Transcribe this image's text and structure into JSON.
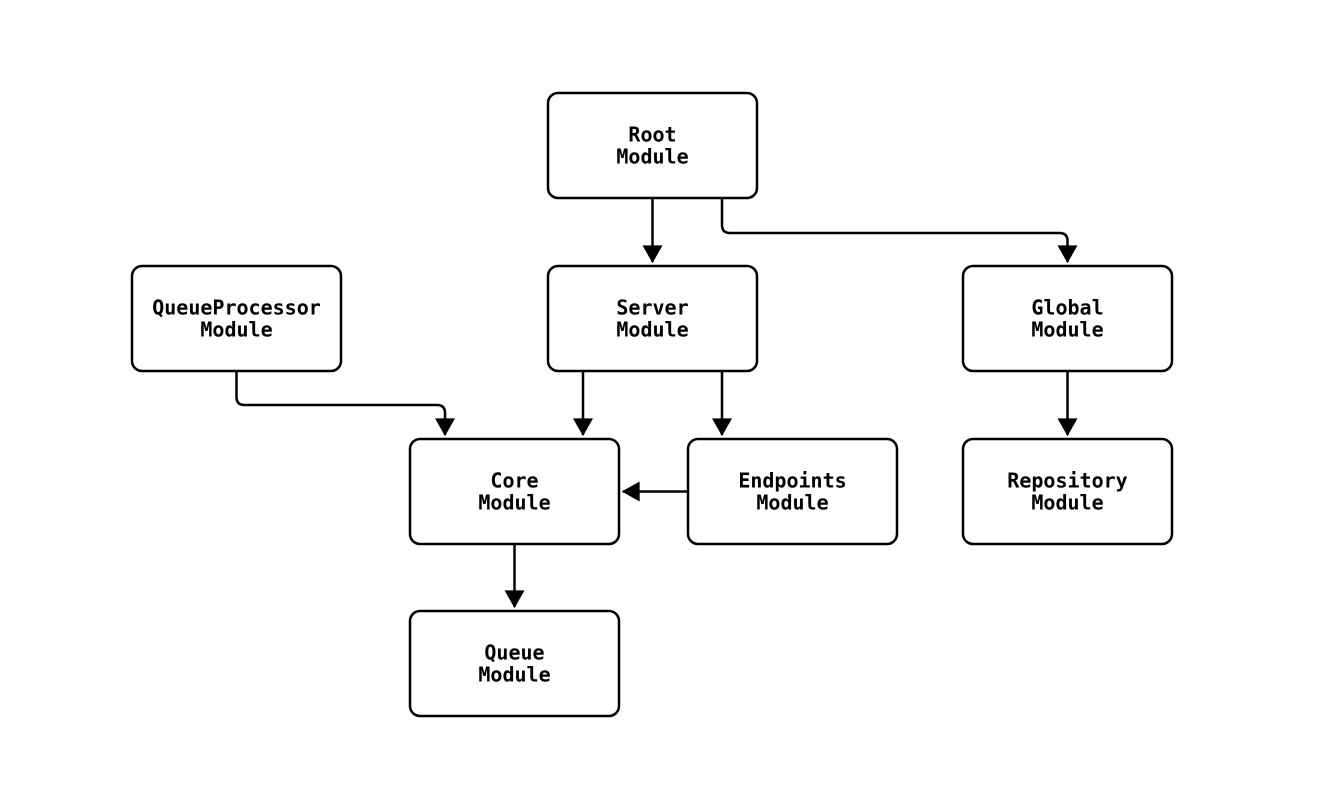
{
  "diagram": {
    "type": "module-dependency-flowchart",
    "colors": {
      "background": "#ffffff",
      "node_fill": "#ffffff",
      "node_stroke": "#000000",
      "text": "#000000",
      "edge_stroke": "#000000"
    },
    "nodes": {
      "root": {
        "line1": "Root",
        "line2": "Module"
      },
      "queueprocessor": {
        "line1": "QueueProcessor",
        "line2": "Module"
      },
      "server": {
        "line1": "Server",
        "line2": "Module"
      },
      "global": {
        "line1": "Global",
        "line2": "Module"
      },
      "core": {
        "line1": "Core",
        "line2": "Module"
      },
      "endpoints": {
        "line1": "Endpoints",
        "line2": "Module"
      },
      "repository": {
        "line1": "Repository",
        "line2": "Module"
      },
      "queue": {
        "line1": "Queue",
        "line2": "Module"
      }
    },
    "edges": [
      {
        "from": "Root Module",
        "to": "Server Module"
      },
      {
        "from": "Root Module",
        "to": "Global Module"
      },
      {
        "from": "QueueProcessor Module",
        "to": "Core Module"
      },
      {
        "from": "Server Module",
        "to": "Core Module"
      },
      {
        "from": "Server Module",
        "to": "Endpoints Module"
      },
      {
        "from": "Endpoints Module",
        "to": "Core Module"
      },
      {
        "from": "Global Module",
        "to": "Repository Module"
      },
      {
        "from": "Core Module",
        "to": "Queue Module"
      }
    ]
  }
}
